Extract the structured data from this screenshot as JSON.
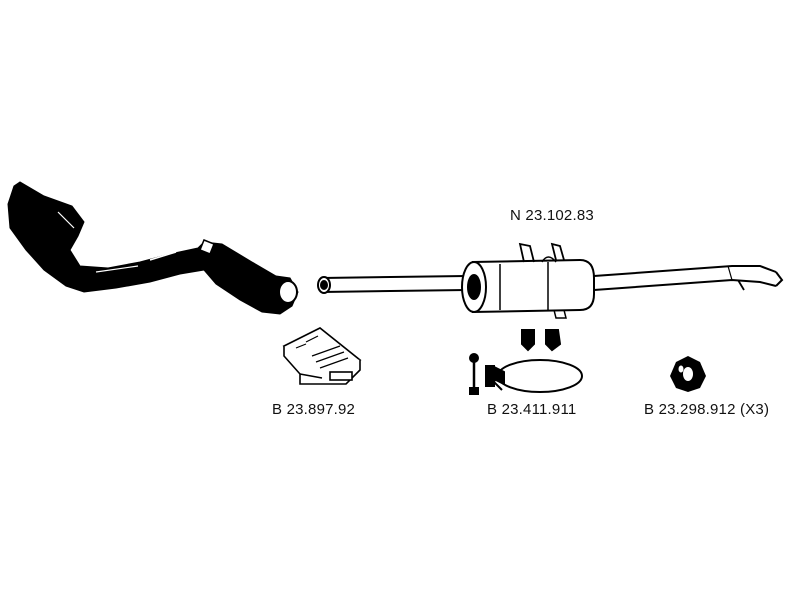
{
  "parts": {
    "rear_silencer": {
      "code": "N 23.102.83"
    },
    "mounting_kit": {
      "code": "B 23.897.92"
    },
    "clamp_kit": {
      "code": "B 23.411.911"
    },
    "rubber_hanger": {
      "code": "B 23.298.912 (X3)"
    }
  }
}
